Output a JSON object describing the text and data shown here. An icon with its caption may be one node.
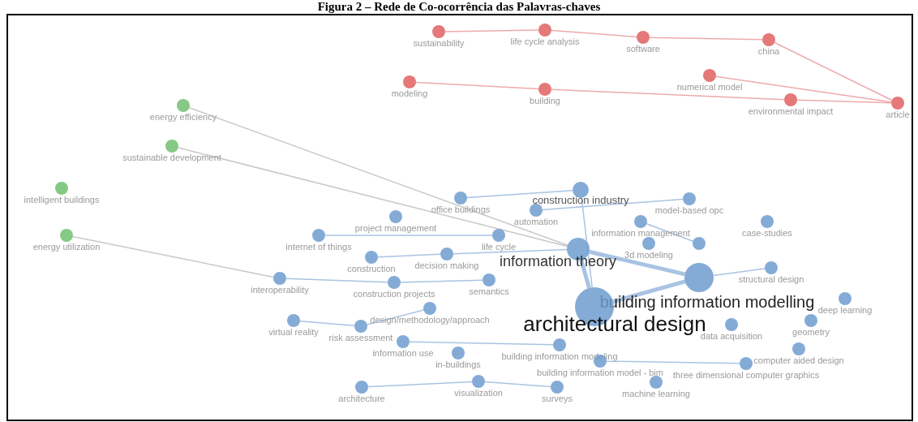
{
  "diagram": {
    "title": "Figura 2 – Rede de Co-ocorrência das Palavras-chaves",
    "nodes": [
      {
        "text": [
          "sustainability"
        ]
      },
      {
        "text": [
          "life cycle analysis"
        ]
      },
      {
        "text": [
          "software"
        ]
      },
      {
        "text": [
          "china"
        ]
      },
      {
        "text": [
          "modeling"
        ]
      },
      {
        "text": [
          "building"
        ]
      },
      {
        "text": [
          "numerical model"
        ]
      },
      {
        "text": [
          "environmental impact"
        ]
      },
      {
        "text": [
          "article"
        ]
      },
      {
        "text": [
          "energy efficiency"
        ]
      },
      {
        "text": [
          "sustainable development"
        ]
      },
      {
        "text": [
          "intelligent buildings"
        ]
      },
      {
        "text": [
          "energy utilization"
        ]
      },
      {
        "text": [
          "office buildings"
        ]
      },
      {
        "text": [
          "construction industry"
        ]
      },
      {
        "text": [
          "model-based opc"
        ]
      },
      {
        "text": [
          "automation"
        ]
      },
      {
        "text": [
          "project management"
        ]
      },
      {
        "text": [
          "information management"
        ]
      },
      {
        "text": [
          "internet of things"
        ]
      },
      {
        "text": [
          "life cycle"
        ]
      },
      {
        "text": [
          "case-studies"
        ]
      },
      {
        "text": [
          "information theory"
        ]
      },
      {
        "text": [
          "decision making"
        ]
      },
      {
        "text": [
          "construction"
        ]
      },
      {
        "text": [],
        "shape": "circle"
      },
      {
        "text": [
          "interoperability"
        ]
      },
      {
        "text": [
          "construction projects"
        ]
      },
      {
        "text": [
          "semantics"
        ]
      },
      {
        "text": [
          "3d modeling"
        ]
      },
      {
        "text": [
          "building information modelling"
        ]
      },
      {
        "text": [
          "structural design"
        ]
      },
      {
        "text": [
          "architectural design"
        ]
      },
      {
        "text": [
          "deep learning"
        ]
      },
      {
        "text": [
          "geometry"
        ]
      },
      {
        "text": [
          "design/methodology/approach"
        ]
      },
      {
        "text": [
          "virtual reality"
        ]
      },
      {
        "text": [
          "risk assessment"
        ]
      },
      {
        "text": [
          "computer aided design"
        ]
      },
      {
        "text": [
          "data acquisition"
        ]
      },
      {
        "text": [
          "information use"
        ]
      },
      {
        "text": [
          "building information modeling"
        ]
      },
      {
        "text": [
          "in-buildings"
        ]
      },
      {
        "text": [
          "building information model - bim"
        ]
      },
      {
        "text": [
          "three dimensional computer graphics"
        ]
      },
      {
        "text": [
          "architecture"
        ]
      },
      {
        "text": [
          "visualization"
        ]
      },
      {
        "text": [
          "surveys"
        ]
      },
      {
        "text": [
          "machine learning"
        ]
      }
    ],
    "edges": [
      {
        "from": 0,
        "to": 1,
        "arrow": "none",
        "color": "#eeaaaa"
      },
      {
        "from": 1,
        "to": 2,
        "arrow": "none",
        "color": "#eeaaaa"
      },
      {
        "from": 2,
        "to": 3,
        "arrow": "none",
        "color": "#eeaaaa"
      },
      {
        "from": 4,
        "to": 5,
        "arrow": "none",
        "color": "#eeaaaa"
      },
      {
        "from": 5,
        "to": 7,
        "arrow": "none",
        "color": "#eeaaaa"
      },
      {
        "from": 7,
        "to": 8,
        "arrow": "none",
        "color": "#eeaaaa"
      },
      {
        "from": 3,
        "to": 8,
        "arrow": "none",
        "color": "#eeaaaa"
      },
      {
        "from": 6,
        "to": 8,
        "arrow": "none",
        "color": "#eeaaaa"
      },
      {
        "from": 9,
        "to": 22,
        "arrow": "none",
        "color": "#c8c8c8"
      },
      {
        "from": 10,
        "to": 22,
        "arrow": "none",
        "color": "#c8c8c8"
      },
      {
        "from": 12,
        "to": 26,
        "arrow": "none",
        "color": "#c8c8c8"
      },
      {
        "from": 22,
        "to": 32,
        "arrow": "none",
        "style": "thick"
      },
      {
        "from": 22,
        "to": 30,
        "arrow": "none",
        "style": "thick"
      },
      {
        "from": 30,
        "to": 32,
        "arrow": "none",
        "style": "thick"
      },
      {
        "from": 14,
        "to": 32,
        "arrow": "none"
      },
      {
        "from": 13,
        "to": 14,
        "arrow": "none"
      },
      {
        "from": 15,
        "to": 16,
        "arrow": "none"
      },
      {
        "from": 19,
        "to": 20,
        "arrow": "none"
      },
      {
        "from": 24,
        "to": 23,
        "arrow": "none"
      },
      {
        "from": 23,
        "to": 22,
        "arrow": "none"
      },
      {
        "from": 26,
        "to": 27,
        "arrow": "none"
      },
      {
        "from": 27,
        "to": 28,
        "arrow": "none"
      },
      {
        "from": 31,
        "to": 30,
        "arrow": "none"
      },
      {
        "from": 18,
        "to": 25,
        "arrow": "none"
      },
      {
        "from": 36,
        "to": 37,
        "arrow": "none"
      },
      {
        "from": 37,
        "to": 35,
        "arrow": "none"
      },
      {
        "from": 40,
        "to": 41,
        "arrow": "none"
      },
      {
        "from": 45,
        "to": 46,
        "arrow": "none"
      },
      {
        "from": 46,
        "to": 47,
        "arrow": "none"
      },
      {
        "from": 43,
        "to": 44,
        "arrow": "none"
      }
    ]
  }
}
